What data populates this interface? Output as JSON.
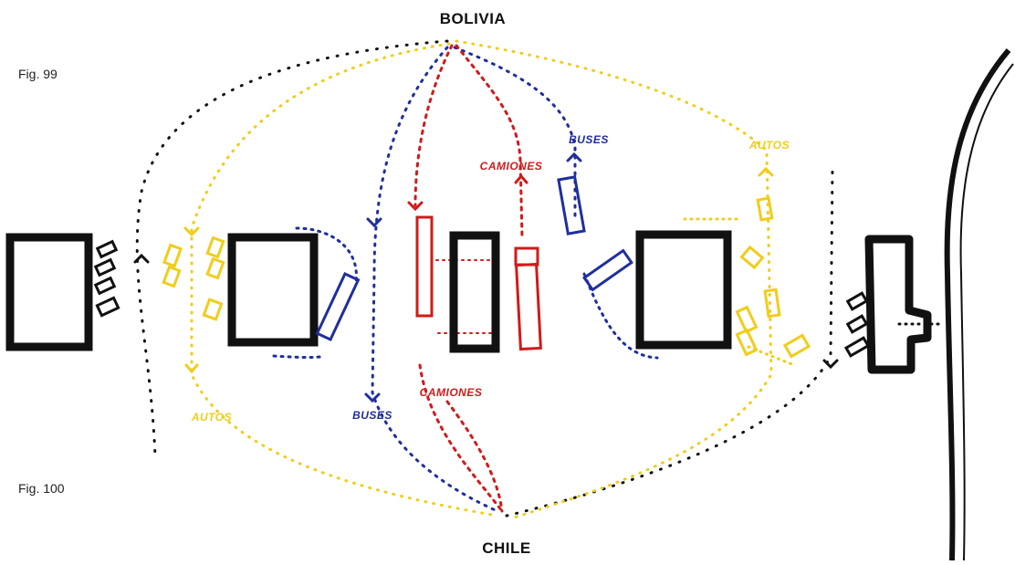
{
  "figures": {
    "fig_top": "Fig. 99",
    "fig_bottom": "Fig. 100"
  },
  "places": {
    "top": "BOLIVIA",
    "bottom": "CHILE"
  },
  "route_labels": {
    "buses_top": "BUSES",
    "camiones_top": "CAMIONES",
    "autos_top": "AUTOS",
    "autos_bottom": "AUTOS",
    "buses_bottom": "BUSES",
    "camiones_bottom": "CAMIONES"
  },
  "colors": {
    "ink": "#111111",
    "buses": "#1f2f9e",
    "camiones": "#d11a1a",
    "autos": "#f2cc1a"
  }
}
